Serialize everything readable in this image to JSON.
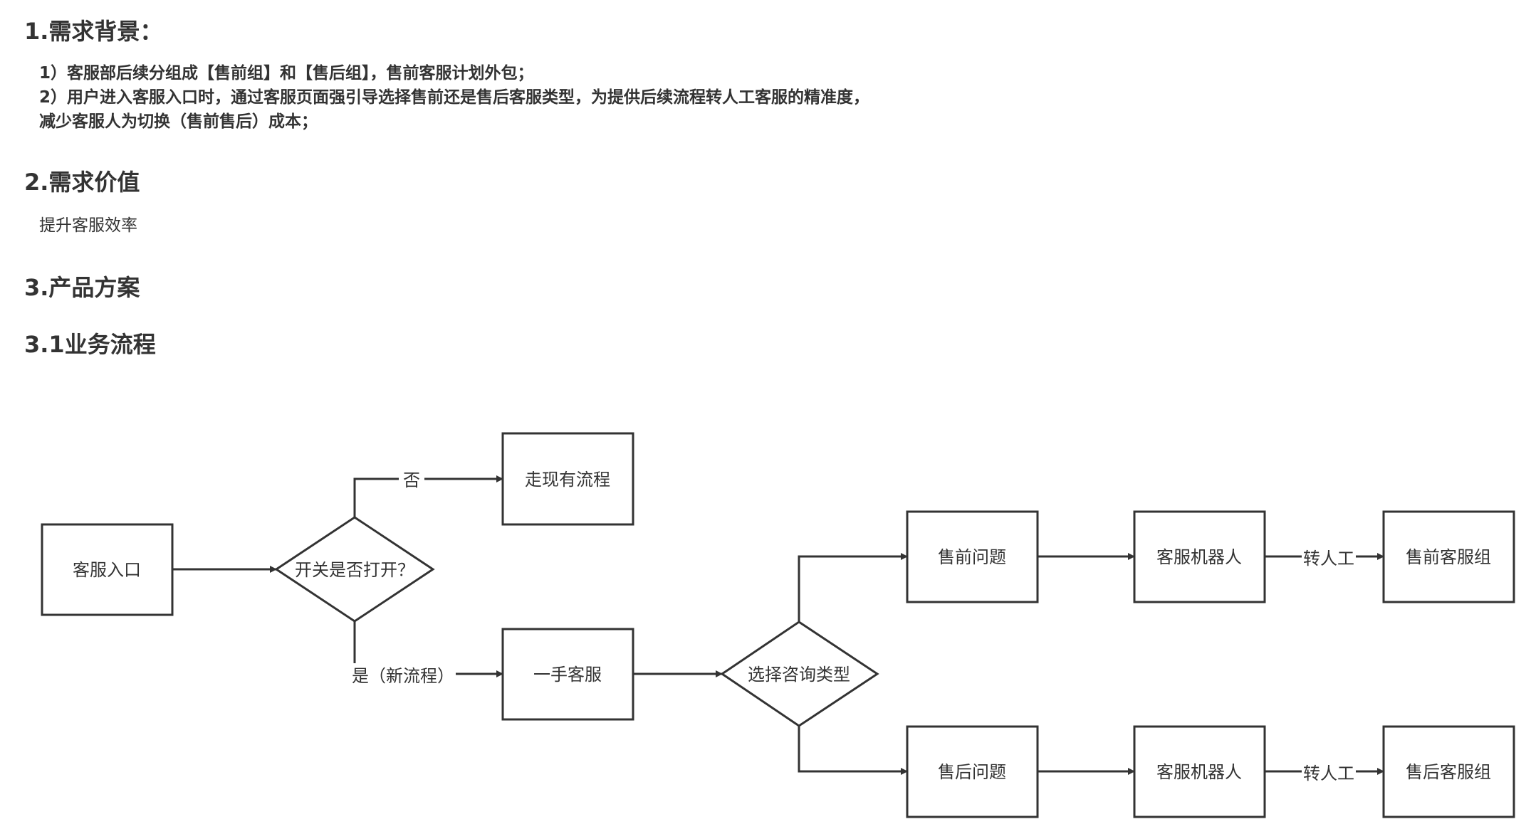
{
  "sections": {
    "background": {
      "title": "1.需求背景：",
      "lines": [
        "1）客服部后续分组成【售前组】和【售后组】，售前客服计划外包；",
        "2）用户进入客服入口时，通过客服页面强引导选择售前还是售后客服类型，为提供后续流程转人工客服的精准度，",
        "减少客服人为切换（售前售后）成本；"
      ]
    },
    "value": {
      "title": "2.需求价值",
      "text": "提升客服效率"
    },
    "solution": {
      "title": "3.产品方案"
    },
    "flow": {
      "title": "3.1业务流程"
    }
  },
  "flowchart": {
    "nodes": {
      "entry": "客服入口",
      "switch": "开关是否打开？",
      "existing": "走现有流程",
      "first_service": "一手客服",
      "choose_type": "选择咨询类型",
      "presale_q": "售前问题",
      "aftersale_q": "售后问题",
      "robot_pre": "客服机器人",
      "robot_after": "客服机器人",
      "presale_group": "售前客服组",
      "aftersale_group": "售后客服组"
    },
    "edges": {
      "no": "否",
      "yes_new": "是（新流程）",
      "transfer_pre": "转人工",
      "transfer_after": "转人工"
    }
  }
}
